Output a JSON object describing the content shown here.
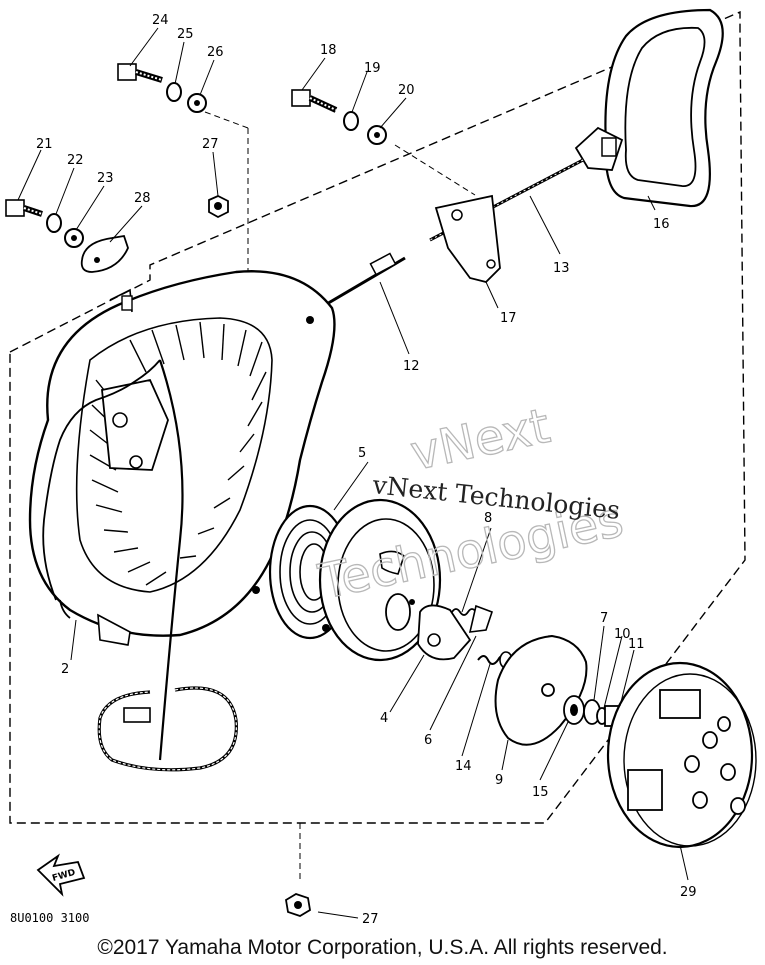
{
  "diagram": {
    "code": "8U0100 3100",
    "fwd_label": "FWD",
    "copyright": "©2017 Yamaha Motor Corporation, U.S.A. All rights reserved."
  },
  "watermark": {
    "main": "vNext Technologies",
    "ghost_line1": "vNext",
    "ghost_line2": "Technologies"
  },
  "callouts": [
    "2",
    "4",
    "5",
    "6",
    "7",
    "8",
    "9",
    "10",
    "11",
    "12",
    "13",
    "14",
    "15",
    "16",
    "17",
    "18",
    "19",
    "20",
    "21",
    "22",
    "23",
    "24",
    "25",
    "26",
    "27",
    "27",
    "28",
    "29"
  ]
}
